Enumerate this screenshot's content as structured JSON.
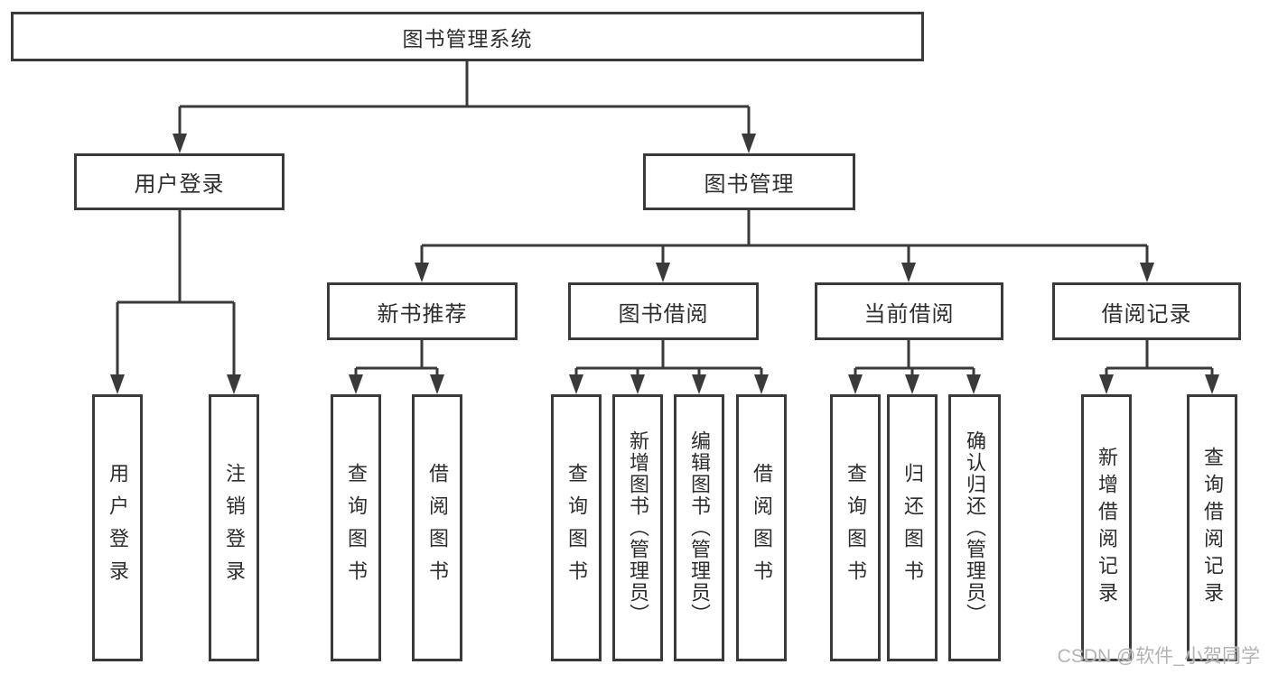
{
  "tree": {
    "root": {
      "label": "图书管理系统",
      "children": [
        {
          "label": "用户登录",
          "children": [
            {
              "label": "用户登录"
            },
            {
              "label": "注销登录"
            }
          ]
        },
        {
          "label": "图书管理",
          "children": [
            {
              "label": "新书推荐",
              "children": [
                {
                  "label": "查询图书"
                },
                {
                  "label": "借阅图书"
                }
              ]
            },
            {
              "label": "图书借阅",
              "children": [
                {
                  "label": "查询图书"
                },
                {
                  "label": "新增图书（管理员）"
                },
                {
                  "label": "编辑图书（管理员）"
                },
                {
                  "label": "借阅图书"
                }
              ]
            },
            {
              "label": "当前借阅",
              "children": [
                {
                  "label": "查询图书"
                },
                {
                  "label": "归还图书"
                },
                {
                  "label": "确认归还（管理员）"
                }
              ]
            },
            {
              "label": "借阅记录",
              "children": [
                {
                  "label": "新增借阅记录"
                },
                {
                  "label": "查询借阅记录"
                }
              ]
            }
          ]
        }
      ]
    }
  },
  "watermark": {
    "text": "CSDN @软件_小贺同学"
  },
  "colors": {
    "line": "#3a3a3a",
    "border": "#3a3a3a",
    "text": "#2d2d2d",
    "watermark": "#b3b3b3"
  }
}
